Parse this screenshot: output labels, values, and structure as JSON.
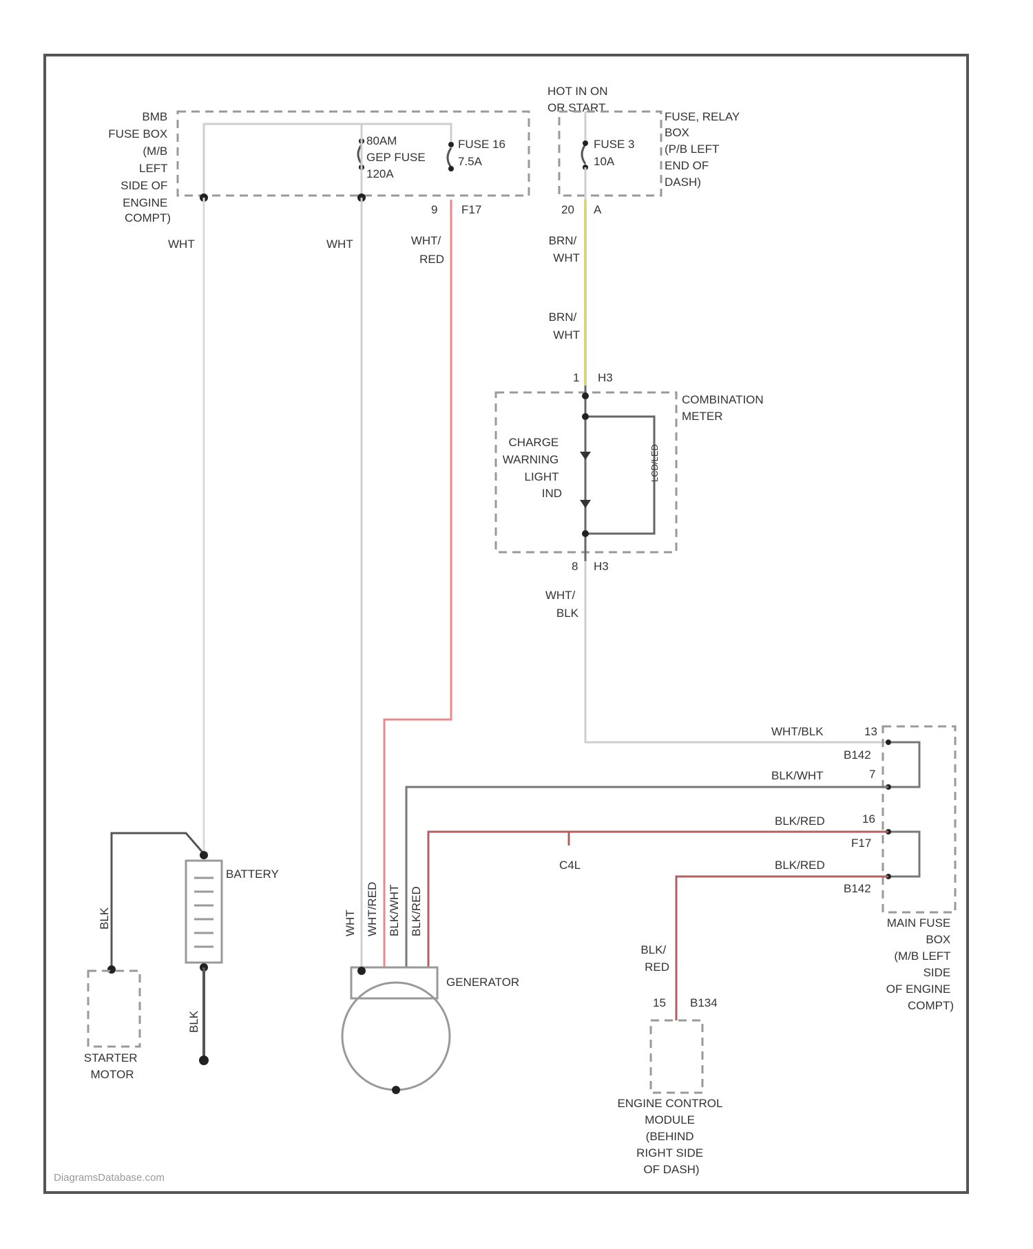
{
  "colors": {
    "frame": "#555555",
    "wire_white": "#cfcfcf",
    "wire_red": "#e88a8a",
    "wire_yellow": "#d8d67a",
    "wire_dark": "#666666",
    "wire_blk_red": "#b06060",
    "box_dashed": "#999999"
  },
  "fuse_box_left": {
    "label": [
      "BMB",
      "FUSE BOX",
      "(M/B",
      "LEFT",
      "SIDE OF",
      "ENGINE",
      "COMPT)"
    ],
    "fuse_main": [
      "80AM",
      "GEP FUSE",
      "120A"
    ],
    "fuse_10": [
      "FUSE 16",
      "7.5A"
    ],
    "pin_a": "9",
    "pin_b": "F17"
  },
  "fuse_relay_box": {
    "hot_label": [
      "HOT IN ON",
      "OR START"
    ],
    "fuse": [
      "FUSE 3",
      "10A"
    ],
    "label": [
      "FUSE, RELAY",
      "BOX",
      "(P/B LEFT",
      "END OF",
      "DASH)"
    ],
    "pin_a": "20",
    "pin_b": "A"
  },
  "wires": {
    "wht_1": "WHT",
    "wht_2": "WHT",
    "wht_red": [
      "WHT/",
      "RED"
    ],
    "brn_wht_1": [
      "BRN/",
      "WHT"
    ],
    "brn_wht_2": [
      "BRN/",
      "WHT"
    ],
    "wht_blk": [
      "WHT/",
      "BLK"
    ],
    "h_wht_blk": "WHT/BLK",
    "h_blk_wht": "BLK/WHT",
    "h_blk_red_1": "BLK/RED",
    "h_blk_red_2": "BLK/RED",
    "blk_red_vert": [
      "BLK/",
      "RED"
    ],
    "blk_top": "BLK",
    "blk_bottom": "BLK",
    "gen_labels": [
      "WHT",
      "WHT/RED",
      "BLK/WHT",
      "BLK/RED"
    ]
  },
  "combination_meter": {
    "label": [
      "COMBINATION",
      "METER"
    ],
    "charge_label": [
      "CHARGE",
      "WARNING",
      "LIGHT",
      "IND"
    ],
    "pin_top": "1",
    "pin_top_conn": "H3",
    "pin_bottom": "8",
    "pin_bottom_conn": "H3",
    "side_text": "LCD/LED"
  },
  "main_fuse_box_right": {
    "label": [
      "MAIN FUSE",
      "BOX",
      "(M/B LEFT",
      "SIDE",
      "OF ENGINE",
      "COMPT)"
    ],
    "pins": [
      "13",
      "B142",
      "7",
      "16",
      "F17",
      "B142"
    ]
  },
  "battery": {
    "label": "BATTERY"
  },
  "generator": {
    "label": "GENERATOR"
  },
  "starter": {
    "label": [
      "STARTER",
      "MOTOR"
    ]
  },
  "ecm": {
    "label": [
      "ENGINE CONTROL",
      "MODULE",
      "(BEHIND",
      "RIGHT SIDE",
      "OF DASH)"
    ],
    "pin": "15",
    "conn": "B134"
  },
  "splice": "C4L",
  "watermark": "DiagramsDatabase.com"
}
